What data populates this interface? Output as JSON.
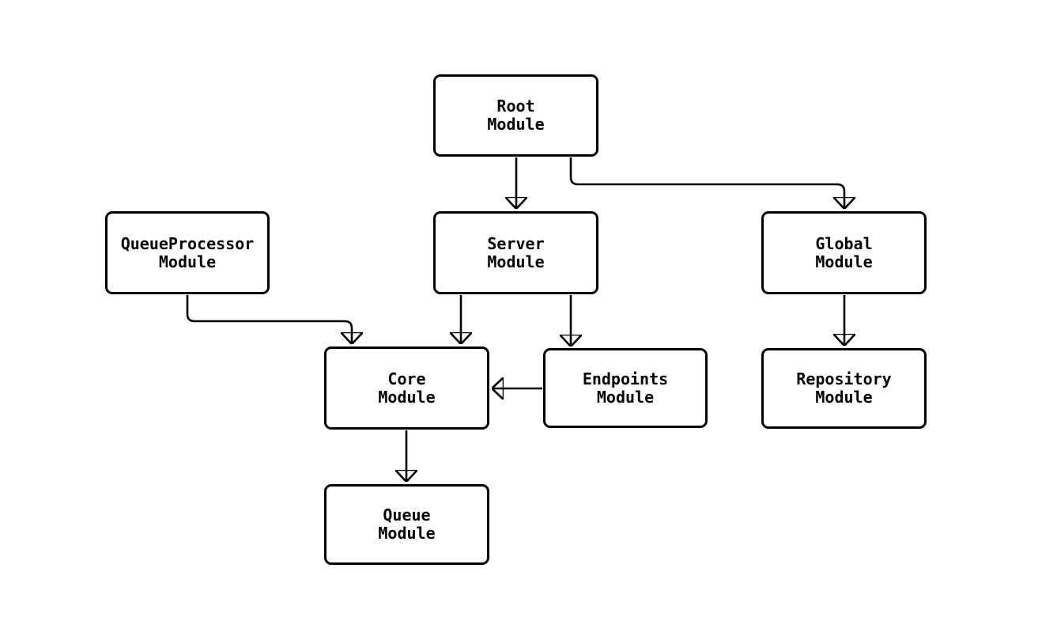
{
  "page": {
    "background": "#ffffff"
  },
  "diagram": {
    "type": "flowchart",
    "stroke_color": "#000000",
    "node_fill": "#ffffff",
    "text_color": "#000000",
    "nodes": {
      "root": {
        "label": "Root\nModule"
      },
      "queueprocessor": {
        "label": "QueueProcessor\nModule"
      },
      "server": {
        "label": "Server\nModule"
      },
      "global": {
        "label": "Global\nModule"
      },
      "core": {
        "label": "Core\nModule"
      },
      "endpoints": {
        "label": "Endpoints\nModule"
      },
      "repository": {
        "label": "Repository\nModule"
      },
      "queue": {
        "label": "Queue\nModule"
      }
    },
    "edges": [
      {
        "from": "Root Module",
        "to": "Server Module"
      },
      {
        "from": "Root Module",
        "to": "Global Module"
      },
      {
        "from": "QueueProcessor Module",
        "to": "Core Module"
      },
      {
        "from": "Server Module",
        "to": "Core Module"
      },
      {
        "from": "Server Module",
        "to": "Endpoints Module"
      },
      {
        "from": "Endpoints Module",
        "to": "Core Module"
      },
      {
        "from": "Global Module",
        "to": "Repository Module"
      },
      {
        "from": "Core Module",
        "to": "Queue Module"
      }
    ]
  }
}
